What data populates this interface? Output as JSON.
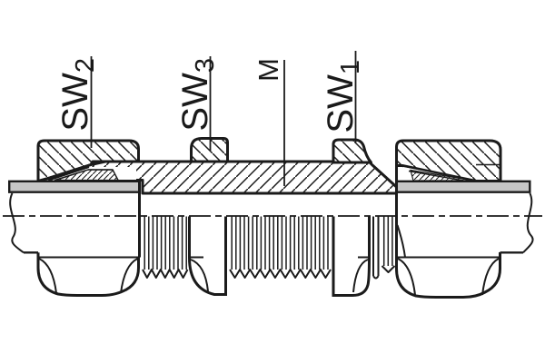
{
  "figure": {
    "background_color": "#ffffff",
    "line_color": "#1b1b1b",
    "tube_fill_color": "#c6c6c6"
  },
  "labels": [
    {
      "id": "sw2",
      "base": "SW",
      "sub": "2"
    },
    {
      "id": "sw3",
      "base": "SW",
      "sub": "3"
    },
    {
      "id": "m",
      "base": "M",
      "sub": ""
    },
    {
      "id": "sw1",
      "base": "SW",
      "sub": "1"
    }
  ]
}
